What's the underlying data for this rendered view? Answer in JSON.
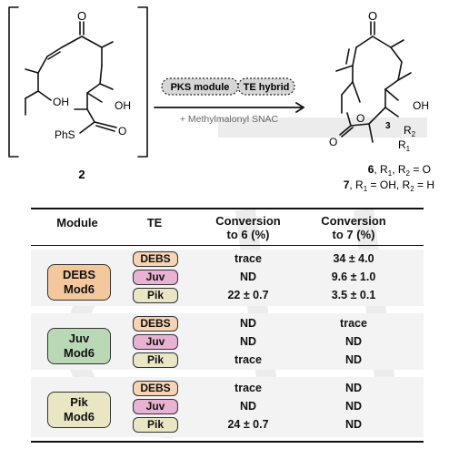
{
  "colors": {
    "debs_fill": "#f6d3b3",
    "juv_fill": "#e8b2d2",
    "pik_fill": "#e8e6c4",
    "mod_debs_fill": "#f4c79c",
    "mod_juv_fill": "#b9d8b6",
    "mod_pik_fill": "#e9e6c4",
    "row_bg": "#f3f3f3",
    "pill_fill": "#d6d6d6"
  },
  "scheme": {
    "compound_left": "2",
    "reagent_pill_left": "PKS module",
    "reagent_pill_right": "TE hybrid",
    "reagent": "+ Methylmalonyl SNAC",
    "left_labels": {
      "ketone": "O",
      "oh1": "OH",
      "oh2": "OH",
      "thioester_s": "PhS",
      "thioester_o": "O"
    },
    "right_labels": {
      "ketone": "O",
      "oh": "OH",
      "ring_o": "O",
      "carbonyl_o": "O",
      "pos3": "3",
      "r2": "R",
      "r2_sub": "2",
      "r1": "R",
      "r1_sub": "1"
    },
    "product_line1_num": "6",
    "product_line1_rest": ", R",
    "product_line1_sub1": "1",
    "product_line1_mid": ", R",
    "product_line1_sub2": "2",
    "product_line1_end": " = O",
    "product_line2_num": "7",
    "product_line2_rest": ", R",
    "product_line2_sub1": "1",
    "product_line2_mid": " = OH, R",
    "product_line2_sub2": "2",
    "product_line2_end": " = H"
  },
  "table": {
    "headers": {
      "module": "Module",
      "te": "TE",
      "conv6_line1": "Conversion",
      "conv6_line2": "to 6 (%)",
      "conv7_line1": "Conversion",
      "conv7_line2": "to 7 (%)"
    },
    "groups": [
      {
        "module_line1": "DEBS",
        "module_line2": "Mod6",
        "rows": [
          {
            "te": "DEBS",
            "conv6": "trace",
            "conv7": "34 ± 4.0"
          },
          {
            "te": "Juv",
            "conv6": "ND",
            "conv7": "9.6 ± 1.0"
          },
          {
            "te": "Pik",
            "conv6": "22 ± 0.7",
            "conv7": "3.5 ± 0.1"
          }
        ]
      },
      {
        "module_line1": "Juv",
        "module_line2": "Mod6",
        "rows": [
          {
            "te": "DEBS",
            "conv6": "ND",
            "conv7": "trace"
          },
          {
            "te": "Juv",
            "conv6": "ND",
            "conv7": "ND"
          },
          {
            "te": "Pik",
            "conv6": "trace",
            "conv7": "ND"
          }
        ]
      },
      {
        "module_line1": "Pik",
        "module_line2": "Mod6",
        "rows": [
          {
            "te": "DEBS",
            "conv6": "trace",
            "conv7": "ND"
          },
          {
            "te": "Juv",
            "conv6": "ND",
            "conv7": "ND"
          },
          {
            "te": "Pik",
            "conv6": "24 ± 0.7",
            "conv7": "ND"
          }
        ]
      }
    ]
  }
}
